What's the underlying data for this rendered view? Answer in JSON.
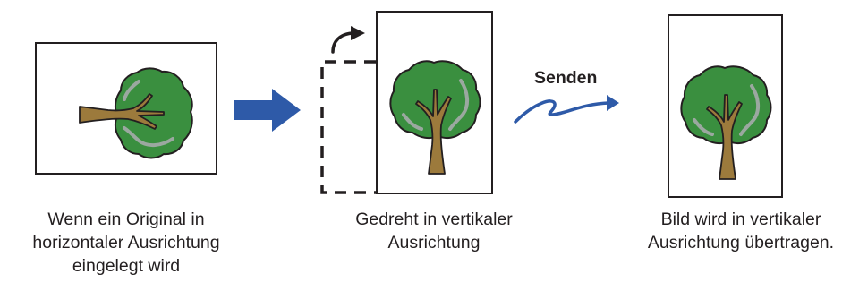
{
  "captions": {
    "left": [
      "Wenn ein Original in",
      "horizontaler Ausrichtung",
      "eingelegt wird"
    ],
    "middle": [
      "Gedreht in vertikaler",
      "Ausrichtung"
    ],
    "right": [
      "Bild wird in vertikaler",
      "Ausrichtung übertragen."
    ]
  },
  "send_label": "Senden",
  "colors": {
    "outline": "#231f20",
    "canopy": "#3a8f3f",
    "canopy_highlight": "#9ba8a0",
    "trunk": "#9c7a3c",
    "arrow": "#2e5aa8"
  },
  "icons": {
    "tree": "tree-icon",
    "arrow": "arrow-right-icon",
    "rotate": "rotate-arrow-icon",
    "transmit": "transmit-wave-arrow-icon"
  }
}
